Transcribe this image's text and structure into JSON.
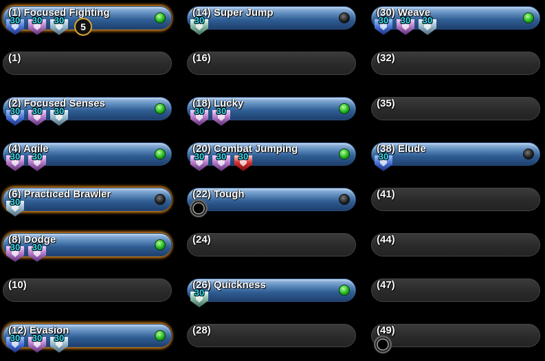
{
  "columns": [
    [
      {
        "label": "(1) Focused Fighting",
        "filled": true,
        "light": "green",
        "glow": true,
        "enhancements": [
          {
            "level": "30",
            "color": "blue"
          },
          {
            "level": "30",
            "color": "purple"
          },
          {
            "level": "30",
            "color": "teal"
          }
        ],
        "slot_count": "5"
      },
      {
        "label": "(1)",
        "filled": false
      },
      {
        "label": "(2) Focused Senses",
        "filled": true,
        "light": "green",
        "enhancements": [
          {
            "level": "30",
            "color": "blue"
          },
          {
            "level": "30",
            "color": "purple"
          },
          {
            "level": "30",
            "color": "teal"
          }
        ]
      },
      {
        "label": "(4) Agile",
        "filled": true,
        "light": "green",
        "enhancements": [
          {
            "level": "30",
            "color": "purple"
          },
          {
            "level": "30",
            "color": "purple"
          }
        ]
      },
      {
        "label": "(6) Practiced Brawler",
        "filled": true,
        "light": "black",
        "glow": true,
        "enhancements": [
          {
            "level": "30",
            "color": "teal"
          }
        ]
      },
      {
        "label": "(8) Dodge",
        "filled": true,
        "light": "green",
        "glow": true,
        "enhancements": [
          {
            "level": "30",
            "color": "purple"
          },
          {
            "level": "30",
            "color": "purple"
          }
        ]
      },
      {
        "label": "(10)",
        "filled": false
      },
      {
        "label": "(12) Evasion",
        "filled": true,
        "light": "green",
        "glow": true,
        "enhancements": [
          {
            "level": "30",
            "color": "blue"
          },
          {
            "level": "30",
            "color": "purple"
          },
          {
            "level": "30",
            "color": "teal"
          }
        ]
      }
    ],
    [
      {
        "label": "(14) Super Jump",
        "filled": true,
        "light": "black",
        "enhancements": [
          {
            "level": "30",
            "color": "sage"
          }
        ]
      },
      {
        "label": "(16)",
        "filled": false
      },
      {
        "label": "(18) Lucky",
        "filled": true,
        "light": "green",
        "enhancements": [
          {
            "level": "30",
            "color": "purple"
          },
          {
            "level": "30",
            "color": "purple"
          }
        ]
      },
      {
        "label": "(20) Combat Jumping",
        "filled": true,
        "light": "green",
        "enhancements": [
          {
            "level": "30",
            "color": "purple"
          },
          {
            "level": "30",
            "color": "purple"
          },
          {
            "level": "30",
            "color": "red"
          }
        ]
      },
      {
        "label": "(22) Tough",
        "filled": true,
        "light": "black",
        "open_slot": true
      },
      {
        "label": "(24)",
        "filled": false
      },
      {
        "label": "(26) Quickness",
        "filled": true,
        "light": "green",
        "enhancements": [
          {
            "level": "30",
            "color": "sage"
          }
        ]
      },
      {
        "label": "(28)",
        "filled": false
      }
    ],
    [
      {
        "label": "(30) Weave",
        "filled": true,
        "light": "green",
        "enhancements": [
          {
            "level": "30",
            "color": "blue"
          },
          {
            "level": "30",
            "color": "purple"
          },
          {
            "level": "30",
            "color": "teal"
          }
        ]
      },
      {
        "label": "(32)",
        "filled": false
      },
      {
        "label": "(35)",
        "filled": false
      },
      {
        "label": "(38) Elude",
        "filled": true,
        "light": "black",
        "enhancements": [
          {
            "level": "30",
            "color": "blue"
          }
        ]
      },
      {
        "label": "(41)",
        "filled": false
      },
      {
        "label": "(44)",
        "filled": false
      },
      {
        "label": "(47)",
        "filled": false
      },
      {
        "label": "(49)",
        "filled": false,
        "open_slot": true
      }
    ]
  ]
}
